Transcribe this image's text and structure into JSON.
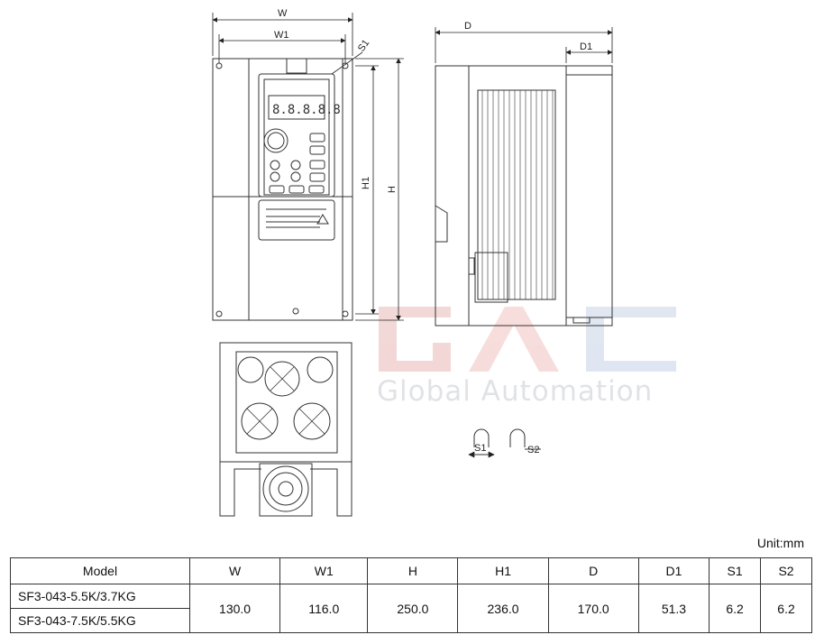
{
  "watermark": {
    "brand": "GAC",
    "name": "Global Automation"
  },
  "dimension_labels": {
    "w": "W",
    "w1": "W1",
    "h": "H",
    "h1": "H1",
    "d": "D",
    "d1": "D1",
    "s1": "S1",
    "s2": "S2"
  },
  "unit_label": "Unit:mm",
  "table": {
    "headers": [
      "Model",
      "W",
      "W1",
      "H",
      "H1",
      "D",
      "D1",
      "S1",
      "S2"
    ],
    "models": [
      "SF3-043-5.5K/3.7KG",
      "SF3-043-7.5K/5.5KG"
    ],
    "values": [
      "130.0",
      "116.0",
      "250.0",
      "236.0",
      "170.0",
      "51.3",
      "6.2",
      "6.2"
    ]
  }
}
